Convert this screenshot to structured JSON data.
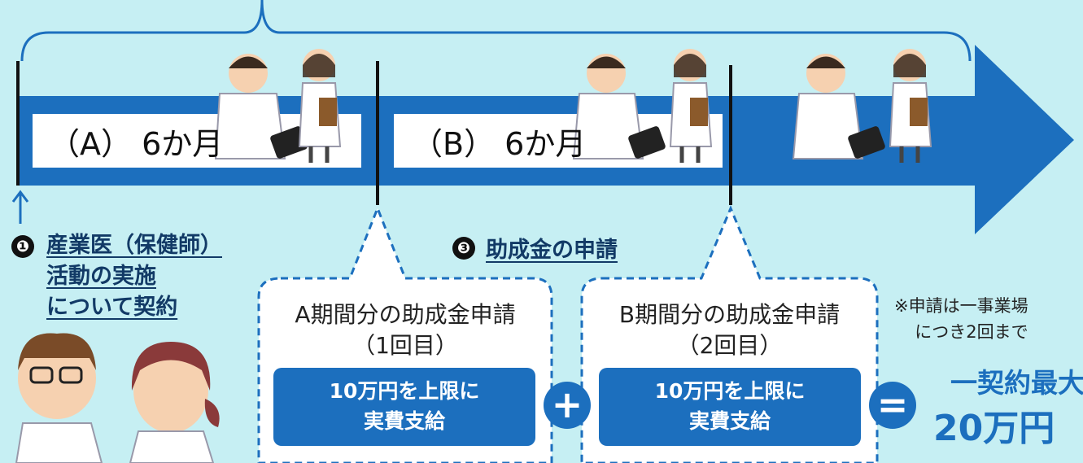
{
  "timeline": {
    "period_a": "（A） 6か月",
    "period_b": "（B） 6か月"
  },
  "step1": {
    "number": "❶",
    "line1": "産業医（保健師）",
    "line2": "活動の実施",
    "line3": "について契約"
  },
  "step3": {
    "number": "❸",
    "label": "助成金の申請"
  },
  "box_a": {
    "title": "A期間分の助成金申請",
    "subtitle": "（1回目）",
    "amount_line1": "10万円を上限に",
    "amount_line2": "実費支給"
  },
  "box_b": {
    "title": "B期間分の助成金申請",
    "subtitle": "（2回目）",
    "amount_line1": "10万円を上限に",
    "amount_line2": "実費支給"
  },
  "operators": {
    "plus": "+",
    "equals": "="
  },
  "note": {
    "line1": "※申請は一事業場",
    "line2": "につき2回まで"
  },
  "total": {
    "line1": "一契約最大",
    "line2": "20万円"
  },
  "colors": {
    "background": "#c6eff3",
    "arrow": "#1c6fbe",
    "heading_text": "#123a66"
  }
}
